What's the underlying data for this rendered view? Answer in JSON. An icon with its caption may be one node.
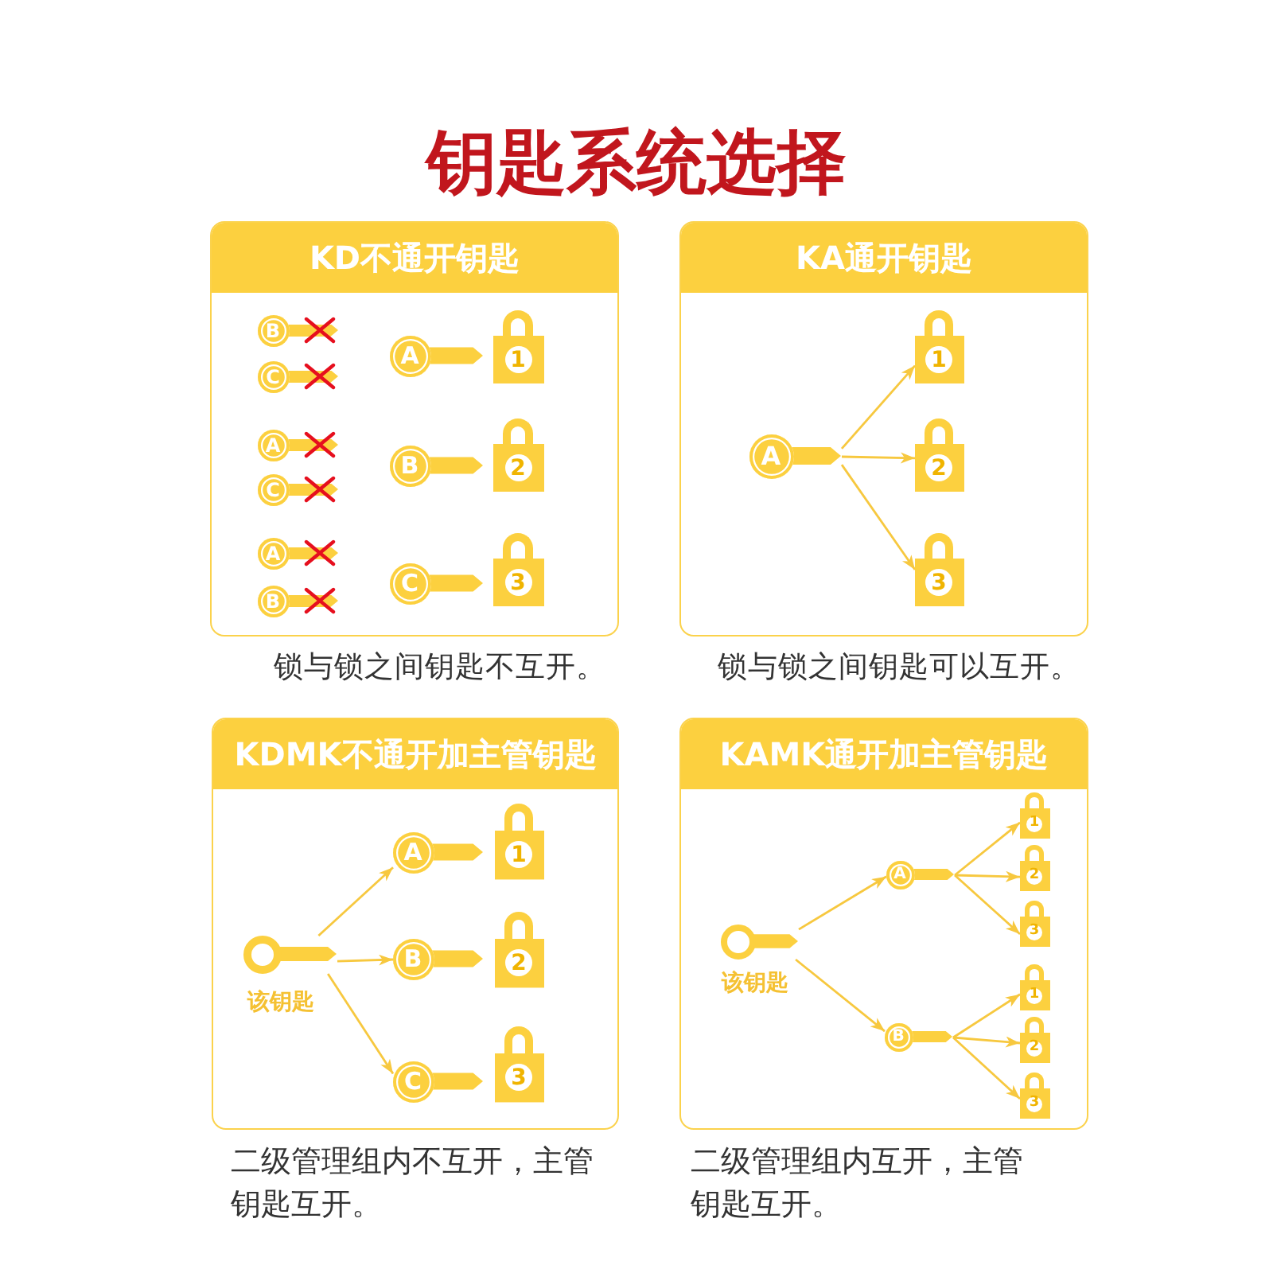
{
  "diagram": {
    "title": "钥匙系统选择",
    "nodes": [
      {
        "text": [
          "KD不通开钥匙"
        ],
        "beside": [
          "锁与锁之间钥匙不互开。"
        ]
      },
      {
        "text": [
          "B"
        ],
        "in": 0
      },
      {
        "text": [
          "C"
        ],
        "in": 0
      },
      {
        "text": [
          "A"
        ],
        "in": 0
      },
      {
        "text": [
          "1"
        ],
        "in": 0
      },
      {
        "text": [
          "A"
        ],
        "in": 0
      },
      {
        "text": [
          "C"
        ],
        "in": 0
      },
      {
        "text": [
          "B"
        ],
        "in": 0
      },
      {
        "text": [
          "2"
        ],
        "in": 0
      },
      {
        "text": [
          "A"
        ],
        "in": 0
      },
      {
        "text": [
          "B"
        ],
        "in": 0
      },
      {
        "text": [
          "C"
        ],
        "in": 0
      },
      {
        "text": [
          "3"
        ],
        "in": 0
      },
      {
        "text": [
          "KA通开钥匙"
        ],
        "beside": [
          "锁与锁之间钥匙可以互开。"
        ]
      },
      {
        "text": [
          "A"
        ],
        "in": 13
      },
      {
        "text": [
          "1"
        ],
        "in": 13
      },
      {
        "text": [
          "2"
        ],
        "in": 13
      },
      {
        "text": [
          "3"
        ],
        "in": 13
      },
      {
        "text": [
          "KDMK不通开加主管钥匙"
        ],
        "beside": [
          "二级管理组内不互开，主管钥匙互开。"
        ]
      },
      {
        "text": [],
        "shape": "key",
        "in": 18,
        "beside": [
          "该钥匙"
        ]
      },
      {
        "text": [
          "A"
        ],
        "in": 18
      },
      {
        "text": [
          "1"
        ],
        "in": 18
      },
      {
        "text": [
          "B"
        ],
        "in": 18
      },
      {
        "text": [
          "2"
        ],
        "in": 18
      },
      {
        "text": [
          "C"
        ],
        "in": 18
      },
      {
        "text": [
          "3"
        ],
        "in": 18
      },
      {
        "text": [
          "KAMK通开加主管钥匙"
        ],
        "beside": [
          "二级管理组内互开，主管钥匙互开。"
        ]
      },
      {
        "text": [],
        "shape": "key",
        "in": 26,
        "beside": [
          "该钥匙"
        ]
      },
      {
        "text": [
          "A"
        ],
        "in": 26
      },
      {
        "text": [
          "1"
        ],
        "in": 26
      },
      {
        "text": [
          "2"
        ],
        "in": 26
      },
      {
        "text": [
          "3"
        ],
        "in": 26
      },
      {
        "text": [
          "B"
        ],
        "in": 26
      },
      {
        "text": [
          "1"
        ],
        "in": 26
      },
      {
        "text": [
          "2"
        ],
        "in": 26
      },
      {
        "text": [
          "3"
        ],
        "in": 26
      }
    ],
    "edges": [
      {
        "from": 14,
        "to": 15,
        "arrow": "to"
      },
      {
        "from": 14,
        "to": 16,
        "arrow": "to"
      },
      {
        "from": 14,
        "to": 17,
        "arrow": "to"
      },
      {
        "from": 19,
        "to": 20,
        "arrow": "to"
      },
      {
        "from": 19,
        "to": 22,
        "arrow": "to"
      },
      {
        "from": 19,
        "to": 24,
        "arrow": "to"
      },
      {
        "from": 27,
        "to": 28,
        "arrow": "to"
      },
      {
        "from": 27,
        "to": 32,
        "arrow": "to"
      },
      {
        "from": 28,
        "to": 29,
        "arrow": "to"
      },
      {
        "from": 28,
        "to": 30,
        "arrow": "to"
      },
      {
        "from": 28,
        "to": 31,
        "arrow": "to"
      },
      {
        "from": 32,
        "to": 33,
        "arrow": "to"
      },
      {
        "from": 32,
        "to": 34,
        "arrow": "to"
      },
      {
        "from": 32,
        "to": 35,
        "arrow": "to"
      }
    ]
  }
}
